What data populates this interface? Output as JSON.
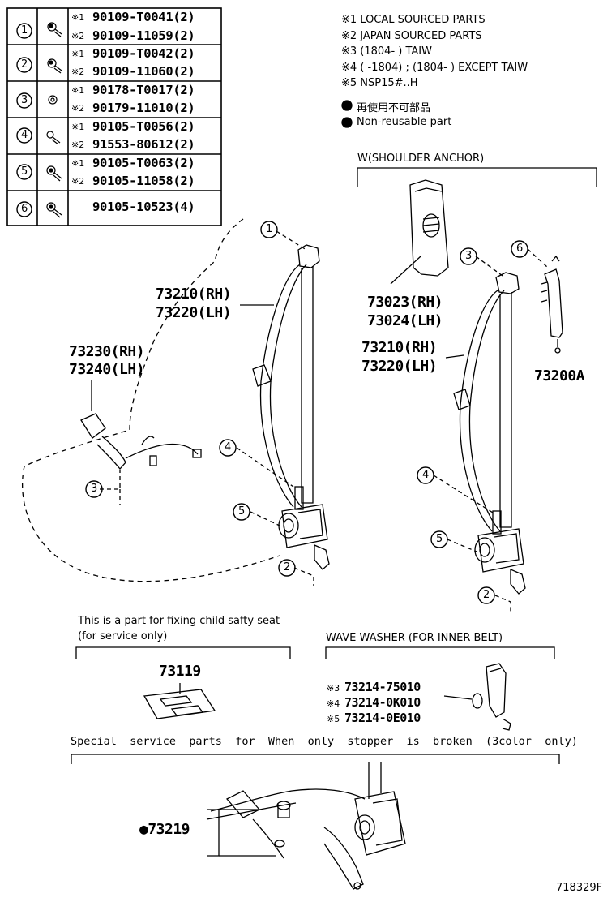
{
  "fastener_table": [
    {
      "ref": "1",
      "lines": [
        {
          "mark": "※1",
          "part": "90109-T0041(2)"
        },
        {
          "mark": "※2",
          "part": "90109-11059(2)"
        }
      ]
    },
    {
      "ref": "2",
      "lines": [
        {
          "mark": "※1",
          "part": "90109-T0042(2)"
        },
        {
          "mark": "※2",
          "part": "90109-11060(2)"
        }
      ]
    },
    {
      "ref": "3",
      "lines": [
        {
          "mark": "※1",
          "part": "90178-T0017(2)"
        },
        {
          "mark": "※2",
          "part": "90179-11010(2)"
        }
      ]
    },
    {
      "ref": "4",
      "lines": [
        {
          "mark": "※1",
          "part": "90105-T0056(2)"
        },
        {
          "mark": "※2",
          "part": "91553-80612(2)"
        }
      ]
    },
    {
      "ref": "5",
      "lines": [
        {
          "mark": "※1",
          "part": "90105-T0063(2)"
        },
        {
          "mark": "※2",
          "part": "90105-11058(2)"
        }
      ]
    },
    {
      "ref": "6",
      "lines": [
        {
          "mark": "",
          "part": "90105-10523(4)"
        }
      ]
    }
  ],
  "notes": [
    "※1 LOCAL SOURCED PARTS",
    "※2 JAPAN SOURCED PARTS",
    "※3 (1804-        ) TAIW",
    "※4 (        -1804) ; (1804-        ) EXCEPT TAIW",
    "※5 NSP15#..H"
  ],
  "legend": {
    "jp": "再使用不可部品",
    "en": "Non-reusable part"
  },
  "shoulder_anchor_label": "W(SHOULDER ANCHOR)",
  "parts": {
    "belt_left_rh": "73210(RH)",
    "belt_left_lh": "73220(LH)",
    "buckle_rh": "73230(RH)",
    "buckle_lh": "73240(LH)",
    "anchor_rh": "73023(RH)",
    "anchor_lh": "73024(LH)",
    "belt_right_rh": "73210(RH)",
    "belt_right_lh": "73220(LH)",
    "adjuster": "73200A",
    "child_seat_part": "73119",
    "washer_3": {
      "mark": "※3",
      "part": "73214-75010"
    },
    "washer_4": {
      "mark": "※4",
      "part": "73214-0K010"
    },
    "washer_5": {
      "mark": "※5",
      "part": "73214-0E010"
    },
    "stopper": "●73219"
  },
  "callouts": [
    "1",
    "2",
    "3",
    "4",
    "5",
    "6"
  ],
  "child_seat_note_1": "This is a part for fixing child safty seat",
  "child_seat_note_2": "(for service only)",
  "wave_washer_label": "WAVE WASHER (FOR INNER BELT)",
  "special_service_note": "Special  service  parts  for  When  only  stopper  is  broken  (3color  only)",
  "diagram_code": "718329F"
}
